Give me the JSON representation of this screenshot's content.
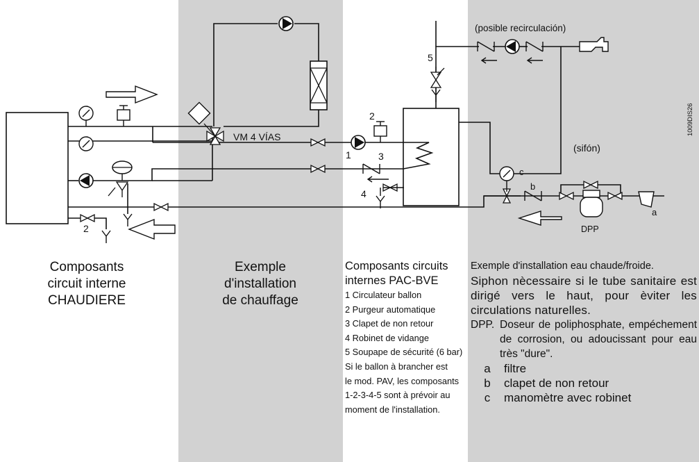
{
  "labels": {
    "valve_4way": "VM 4 VÍAS",
    "recirc": "(posible recirculación)",
    "siphon": "(sifón)",
    "dpp": "DPP",
    "code": "1009DIS26",
    "n1": "1",
    "n2": "2",
    "n3": "3",
    "n4": "4",
    "n5": "5",
    "n2b": "2",
    "la": "a",
    "lb": "b",
    "lc": "c"
  },
  "sections": {
    "boiler": [
      "Composants",
      "circuit interne",
      "CHAUDIERE"
    ],
    "heating": [
      "Exemple",
      "d'installation",
      "de chauffage"
    ],
    "pac": {
      "title": [
        "Composants circuits",
        "internes PAC-BVE"
      ],
      "items": [
        "1 Circulateur ballon",
        "2 Purgeur automatique",
        "3 Clapet de non retour",
        "4 Robinet de vidange",
        "5 Soupape de sécurité (6 bar)",
        "Si le ballon à brancher est",
        "le mod. PAV, les composants",
        "1-2-3-4-5 sont à prévoir au",
        "moment de l'installation."
      ]
    },
    "dhw": {
      "title": "Exemple d'installation eau chaude/froide.",
      "text": "Siphon nècessaire si le tube sanitaire est dirigé vers le haut, pour èviter les circulations naturelles.",
      "dpp_key": "DPP.",
      "dpp_text": "Doseur de poliphosphate, empéchement de corrosion, ou adoucissant pour eau très \"dure\".",
      "legend": [
        {
          "key": "a",
          "text": "filtre"
        },
        {
          "key": "b",
          "text": "clapet de non retour"
        },
        {
          "key": "c",
          "text": "manomètre avec robinet"
        }
      ]
    }
  }
}
